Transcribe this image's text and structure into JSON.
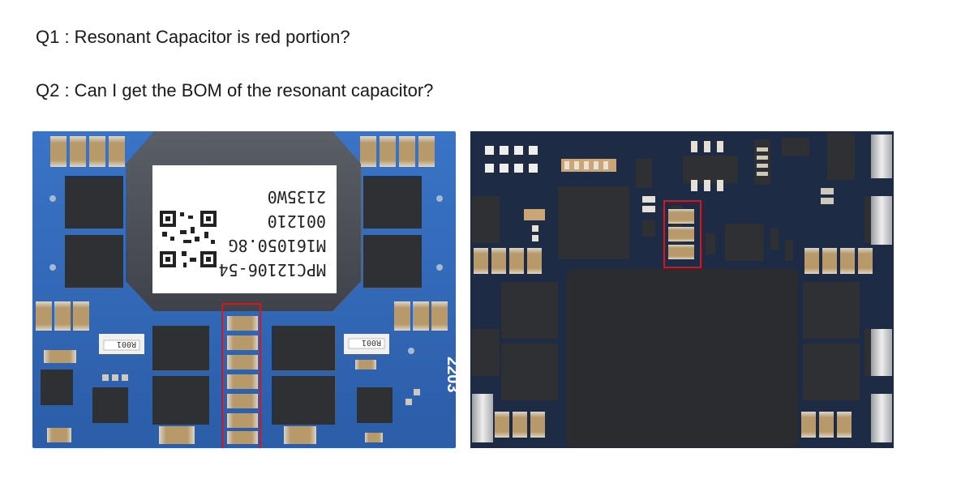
{
  "questions": {
    "q1": "Q1 : Resonant Capacitor is red portion?",
    "q2": "Q2 : Can I get the BOM of the resonant capacitor?"
  },
  "left_board": {
    "module_label_lines": [
      "MPC12106-54",
      "M161050.8G",
      "001210",
      "2135W0"
    ],
    "board_code": "2203",
    "resistor_marking": "R001"
  },
  "colors": {
    "pcb_blue": "#2f66b8",
    "pcb_dark": "#1c2a3e",
    "highlight_red": "#d9141b",
    "capacitor_tan": "#b99868"
  }
}
